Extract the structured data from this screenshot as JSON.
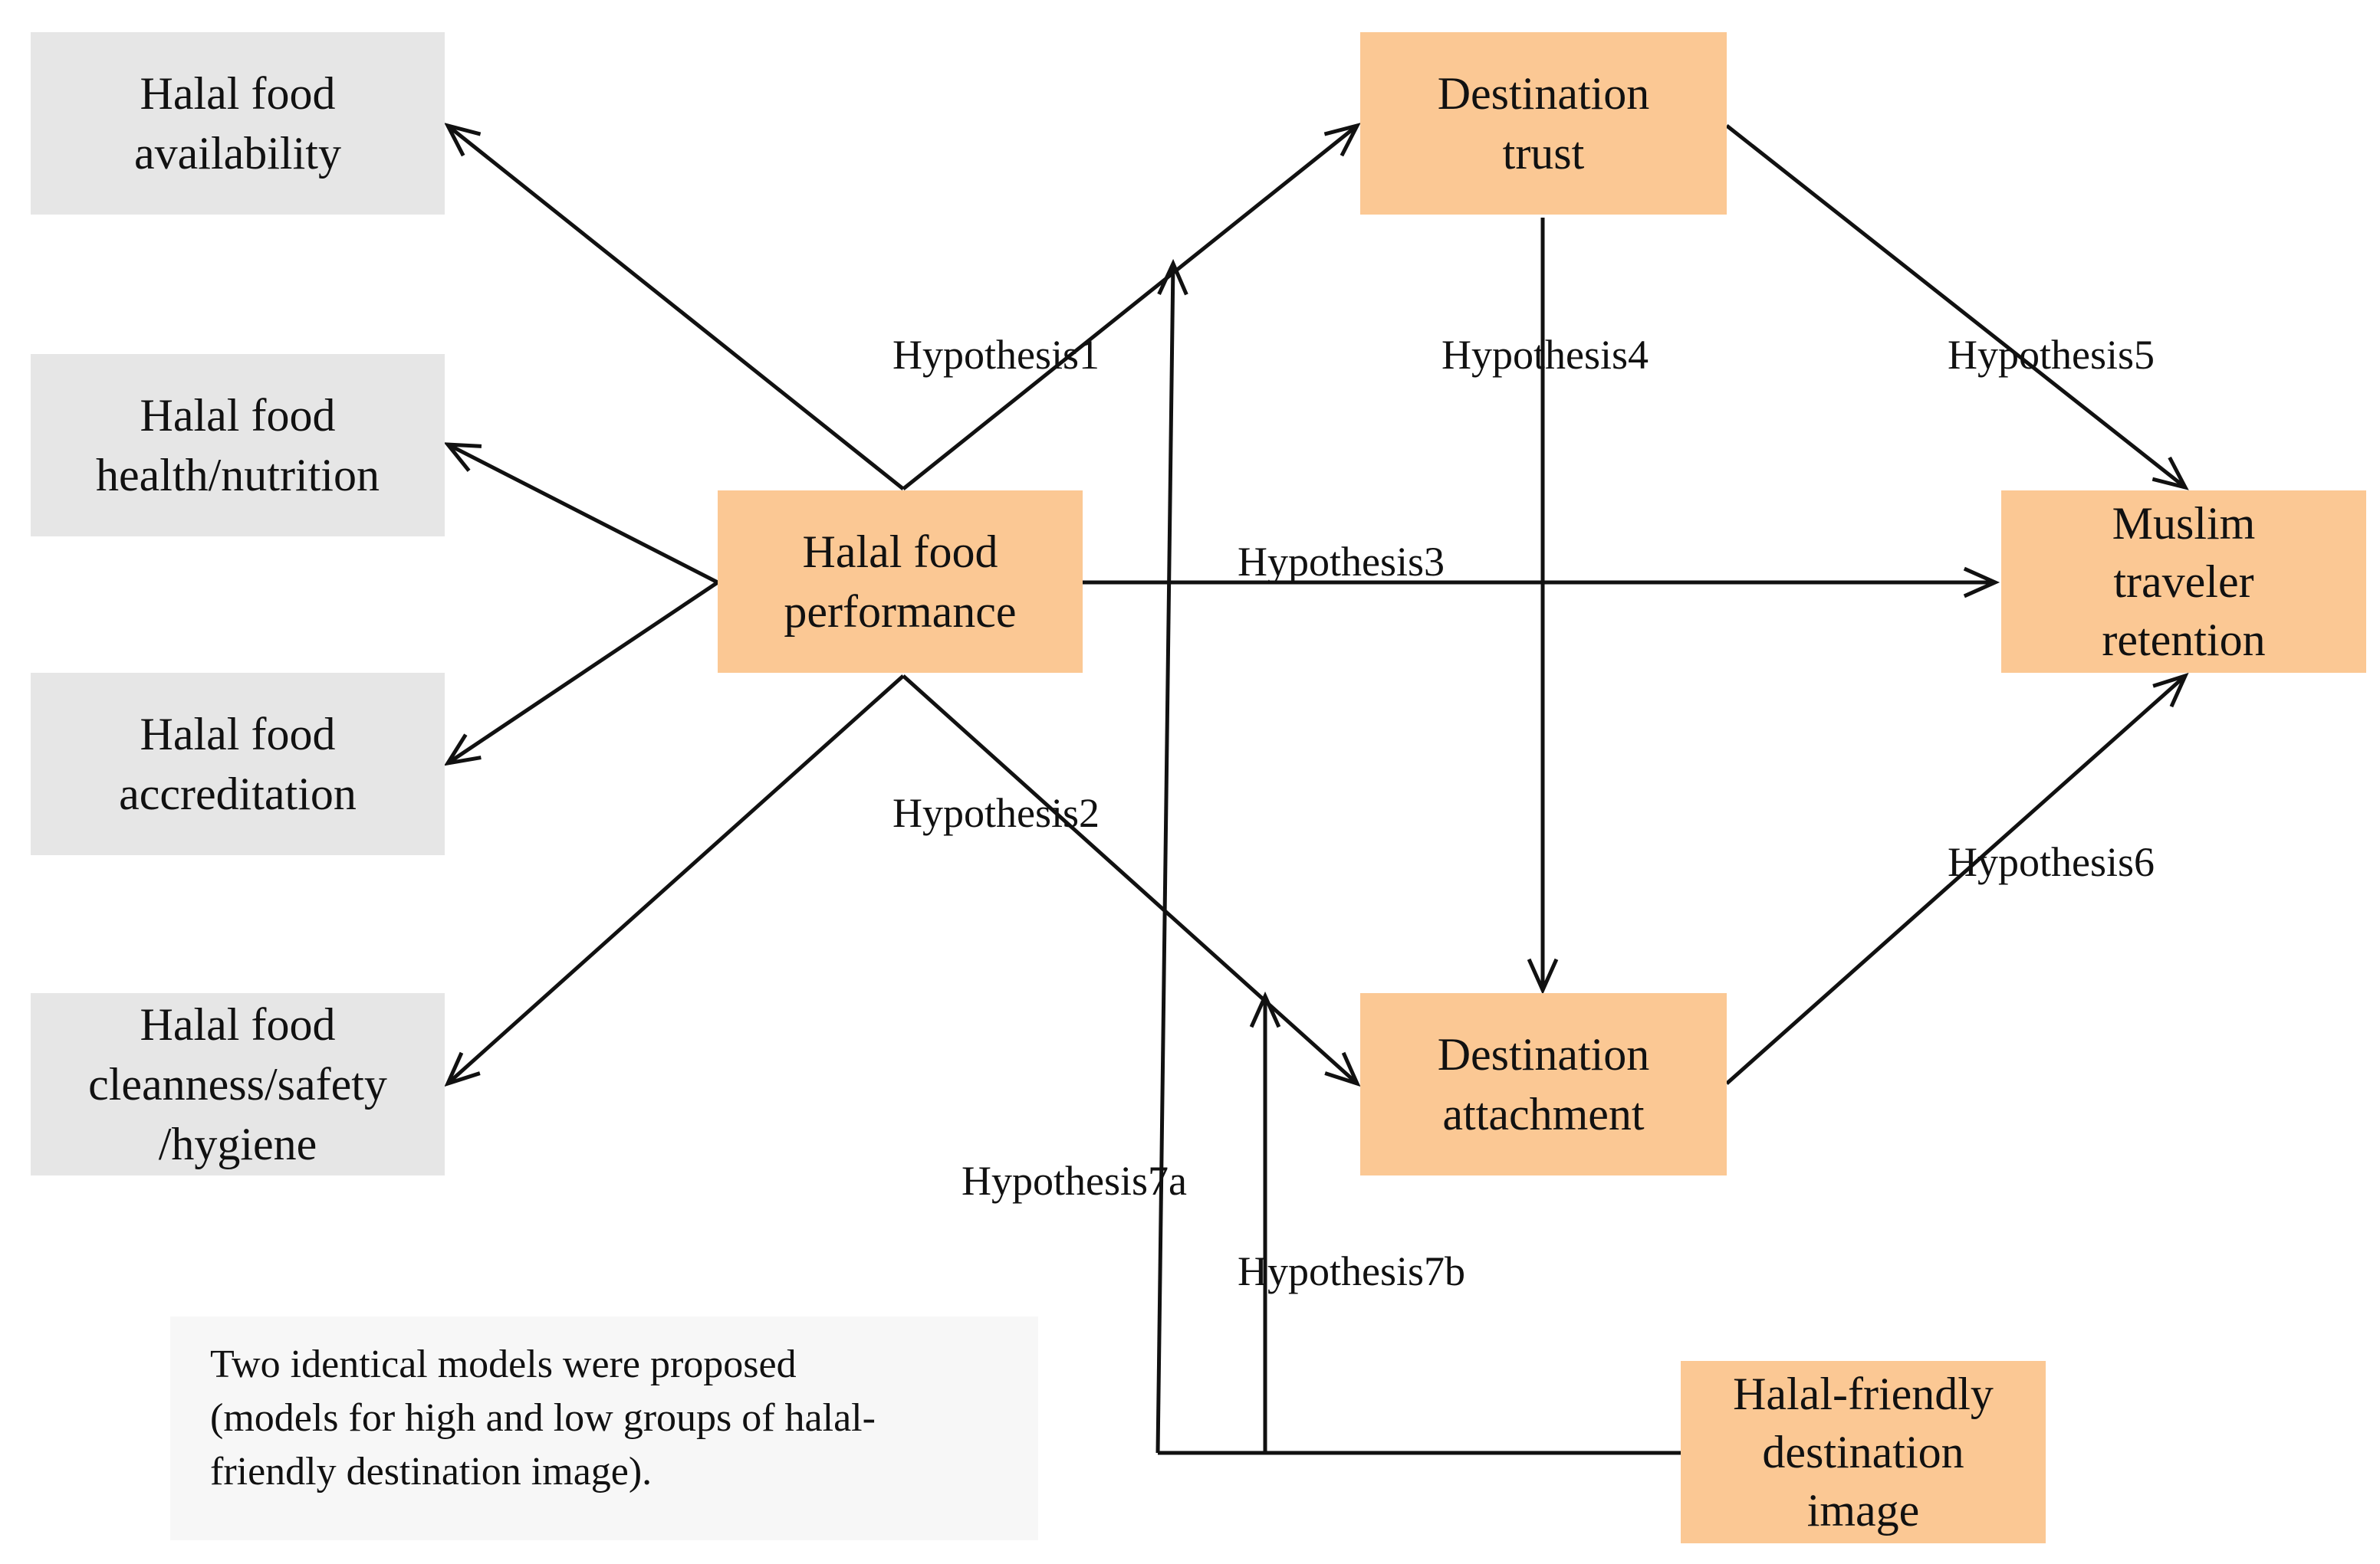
{
  "nodes": {
    "availability": [
      "Halal food",
      "availability"
    ],
    "health": [
      "Halal food",
      "health/nutrition"
    ],
    "accreditation": [
      "Halal food",
      "accreditation"
    ],
    "cleanness": [
      "Halal food",
      "cleanness/safety",
      "/hygiene"
    ],
    "performance": [
      "Halal food",
      "performance"
    ],
    "trust": [
      "Destination",
      "trust"
    ],
    "attachment": [
      "Destination",
      "attachment"
    ],
    "retention": [
      "Muslim",
      "traveler",
      "retention"
    ],
    "image": [
      "Halal-friendly",
      "destination",
      "image"
    ]
  },
  "hypotheses": {
    "h1": "Hypothesis1",
    "h2": "Hypothesis2",
    "h3": "Hypothesis3",
    "h4": "Hypothesis4",
    "h5": "Hypothesis5",
    "h6": "Hypothesis6",
    "h7a": "Hypothesis7a",
    "h7b": "Hypothesis7b"
  },
  "note": {
    "lines": [
      "Two identical models were proposed",
      "(models for high and low groups of halal-",
      "friendly destination image)."
    ]
  },
  "colors": {
    "construct_fill": "#fbc894",
    "indicator_fill": "#e6e6e6",
    "note_fill": "#f7f7f7",
    "line": "#111111"
  }
}
